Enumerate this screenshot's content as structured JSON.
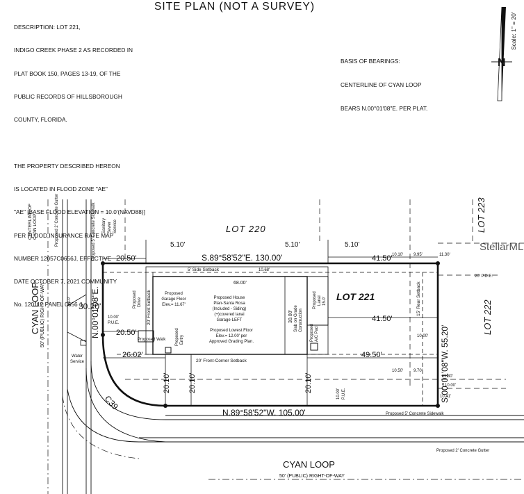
{
  "title": "SITE PLAN (NOT A SURVEY)",
  "description": {
    "lines": [
      "DESCRIPTION: LOT 221,",
      "INDIGO CREEK PHASE 2 AS RECORDED IN",
      "PLAT BOOK 150, PAGES 13-19, OF THE",
      "PUBLIC RECORDS OF HILLSBOROUGH",
      "COUNTY, FLORIDA.",
      "",
      "THE PROPERTY DESCRIBED HEREON",
      "IS LOCATED IN FLOOD ZONE \"AE\"",
      "\"AE\" [BASE FLOOD ELEVATION = 10.0'(NAVD88)]",
      "PER FLOOD INSURANCE RATE MAP",
      "NUMBER 12057C0656J, EFFECTIVE",
      "DATE OCTOBER 7, 2021 COMMUNITY",
      "No. 120112 PANEL 0656 J."
    ]
  },
  "bearings": {
    "lines": [
      "BASIS OF BEARINGS:",
      "CENTERLINE OF CYAN LOOP",
      "BEARS N.00°01'08\"E. PER PLAT."
    ]
  },
  "north": {
    "letter": "N",
    "scale": "Scale: 1\" = 20'"
  },
  "watermark": "StellarMLS",
  "lots": {
    "lot_220": "LOT 220",
    "lot_221": "LOT 221",
    "lot_222": "LOT 222",
    "lot_223": "LOT 223"
  },
  "roads": {
    "cyan_loop_left": "CYAN LOOP",
    "row_left": "50' (PUBLIC) RIGHT-OF-WAY",
    "cyan_loop_bottom": "CYAN LOOP",
    "row_bottom": "50' (PUBLIC) RIGHT-OF-WAY",
    "centerline": "CENTERLINE OF",
    "centerline_2": "CYAN LOOP",
    "gutter_left": "Proposed 2' Concrete Gutter",
    "sidewalk_left": "Proposed 5' Concrete Sidewalk",
    "sidewalk_bottom": "Proposed 5' Concrete Sidewalk",
    "gutter_bottom": "Proposed 2' Concrete Gutter",
    "water_service": "Water",
    "water_service_2": "Service",
    "sewer": "Sanitary",
    "sewer_2": "Sewer",
    "sewer_3": "Service",
    "dim_24": "24.0'"
  },
  "boundary": {
    "north": "S.89°58'52\"E. 130.00'",
    "south": "N.89°58'52\"W. 105.00'",
    "east": "S.00°01'08\"W. 55.20'",
    "west": "N.00°01'08\"E.",
    "west_len": "30.20'",
    "curve": "C39"
  },
  "dims": {
    "d510_a": "5.10'",
    "d510_b": "5.10'",
    "d510_c": "5.10'",
    "d2050_a": "20.50'",
    "d2050_b": "20.50'",
    "d2602": "26.02'",
    "d4150_a": "41.50'",
    "d4150_b": "41.50'",
    "d4950": "49.50'",
    "d2010_a": "20.10'",
    "d2010_b": "20.10'",
    "d2010_c": "20.10'",
    "d3000": "30.00'",
    "d6800": "68.00'",
    "d15": "15.0'",
    "d1000_pue_a": "10.00'",
    "pue_a": "P.U.E.",
    "d1000_pue_b": "10.00'",
    "pue_b": "P.U.E.",
    "d1000_e": "10.00'",
    "d1000_e2": "10.00'",
    "d1130": "11.30'",
    "d1041": "10.41'",
    "pde": "20' P.D.E.",
    "d1068": "10.68'",
    "d1010": "10.10'",
    "d995": "9.95'",
    "d970": "9.70'",
    "d1050": "10.50'",
    "d1130b": "11.30'"
  },
  "setbacks": {
    "side": "5' Side Setback",
    "front": "20' Front Setback",
    "front_corner": "20' Front-Corner Setback",
    "rear": "15' Rear Setback"
  },
  "house": {
    "lines": [
      "Proposed House",
      "Plan-Santa Rosa",
      "(Included - Siding)",
      "(+)covered lanai",
      "Garage-LEFT"
    ],
    "floor_lines": [
      "Proposed Lowest Floor",
      "Elev.= 12.00' per",
      "Approved Grading Plan."
    ],
    "garage": [
      "Proposed",
      "Garage Floor",
      "Elev.= 11.67'"
    ],
    "drive": [
      "Proposed",
      "Drive"
    ],
    "walk": "Proposed Walk",
    "entry": [
      "Proposed",
      "Entry"
    ],
    "lanai": [
      "Proposed",
      "Lanai"
    ],
    "slab": [
      "Slab on Grade",
      "Construction"
    ],
    "ac": [
      "Proposed",
      "A/C Pad"
    ]
  }
}
